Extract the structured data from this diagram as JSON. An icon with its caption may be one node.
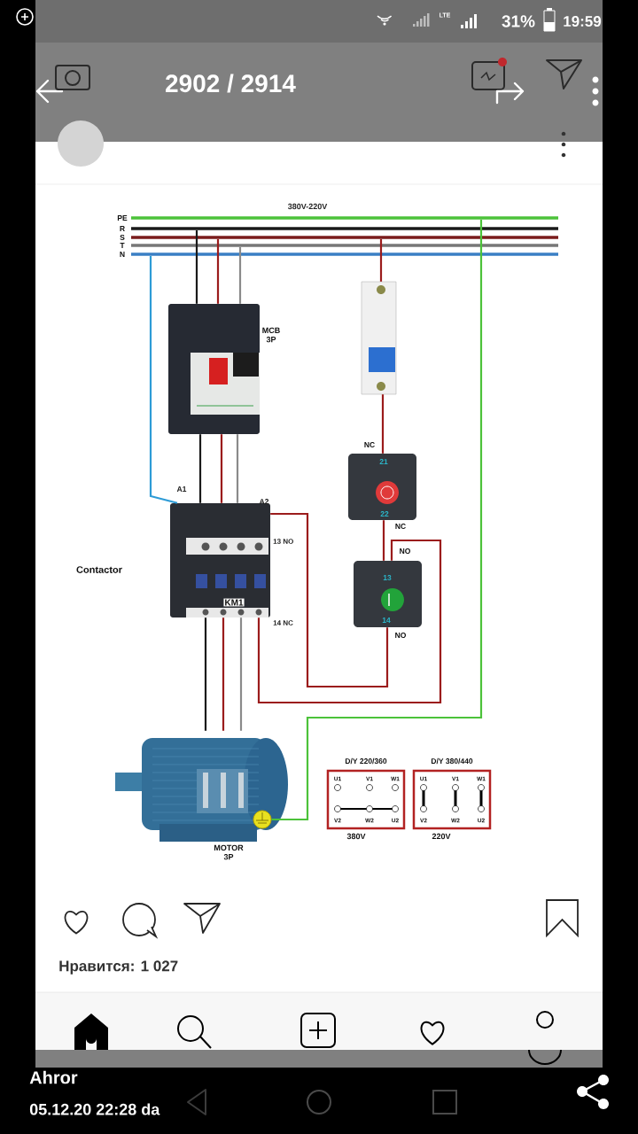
{
  "diagram": {
    "nodes": [
      {
        "text": [
          "PE"
        ]
      },
      {
        "text": [
          "R"
        ]
      },
      {
        "text": [
          "S"
        ]
      },
      {
        "text": [
          "T"
        ]
      },
      {
        "text": [
          "N"
        ]
      },
      {
        "text": [
          "MCB 3P"
        ]
      },
      {
        "text": [],
        "shape": "picture"
      },
      {
        "text": [
          "21",
          "22"
        ],
        "beside": [
          "NC",
          "NC"
        ]
      },
      {
        "text": [
          "Contactor",
          "KM1"
        ]
      },
      {
        "text": [
          "13",
          "14"
        ],
        "beside": [
          "NO",
          "NO"
        ]
      },
      {
        "text": [
          "MOTOR 3P"
        ]
      },
      {
        "text": [],
        "shape": "circle"
      },
      {
        "text": [
          "D/Y 220/360",
          "U1",
          "V1",
          "W1",
          "V2",
          "W2",
          "U2"
        ],
        "beside": [
          "380V"
        ]
      },
      {
        "text": [
          "D/Y 380/440",
          "U1",
          "V1",
          "W1",
          "V2",
          "W2",
          "U2"
        ],
        "beside": [
          "220V"
        ]
      }
    ],
    "edges": [
      {
        "from": 1,
        "to": 5,
        "arrow": "none",
        "color": "#1a1a1a"
      },
      {
        "from": 2,
        "to": 5,
        "arrow": "none"
      },
      {
        "from": 3,
        "to": 5,
        "arrow": "none",
        "color": "#8a8a8a"
      },
      {
        "from": 4,
        "to": 8,
        "arrow": "none",
        "color": "#2d9bd6"
      },
      {
        "from": 2,
        "to": 6,
        "arrow": "none"
      },
      {
        "from": 0,
        "to": 11,
        "arrow": "none",
        "color": "#4cc23a"
      },
      {
        "from": 5,
        "to": 8,
        "arrow": "none",
        "color": "#1a1a1a"
      },
      {
        "from": 5,
        "to": 8,
        "arrow": "none"
      },
      {
        "from": 5,
        "to": 8,
        "arrow": "none",
        "color": "#8a8a8a"
      },
      {
        "from": 6,
        "to": 7,
        "arrow": "none"
      },
      {
        "from": 7,
        "to": 9,
        "arrow": "none"
      },
      {
        "from": 8,
        "to": 9,
        "arrow": "none"
      },
      {
        "from": 8,
        "to": 9,
        "arrow": "none"
      },
      {
        "from": 8,
        "to": 10,
        "arrow": "none",
        "color": "#1a1a1a"
      },
      {
        "from": 8,
        "to": 10,
        "arrow": "none"
      },
      {
        "from": 8,
        "to": 10,
        "arrow": "none",
        "color": "#8a8a8a"
      }
    ],
    "labels": [
      "LTE",
      "31%",
      "19:59",
      "2902 / 2914",
      "380V-220V",
      "A1",
      "A2",
      "13 NO",
      "14 NC",
      "Нравится: 1 027",
      "Ahror",
      "05.12.20 22:28 da"
    ]
  }
}
